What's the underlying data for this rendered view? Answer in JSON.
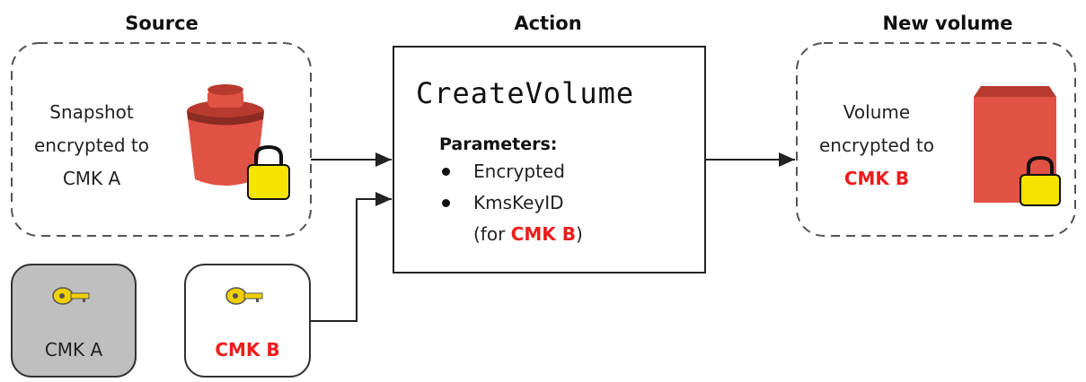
{
  "headers": {
    "source": "Source",
    "action": "Action",
    "new_volume": "New volume"
  },
  "source_box": {
    "line1": "Snapshot",
    "line2": "encrypted to",
    "line3": "CMK A"
  },
  "action_box": {
    "command": "CreateVolume",
    "params_title": "Parameters:",
    "param1": "Encrypted",
    "param2": "KmsKeyID",
    "param2_note_open": "(for ",
    "param2_note_key": "CMK B",
    "param2_note_close": ")"
  },
  "volume_box": {
    "line1": "Volume",
    "line2": "encrypted to",
    "line3": "CMK B"
  },
  "keys": {
    "key_a": "CMK A",
    "key_b": "CMK B"
  },
  "colors": {
    "highlight_red": "#ee1c1c",
    "aws_red": "#e05243",
    "aws_red_dark": "#b83a2e",
    "lock_yellow": "#f5e300",
    "key_yellow": "#f0d000",
    "gray_box": "#bfbfbf"
  }
}
